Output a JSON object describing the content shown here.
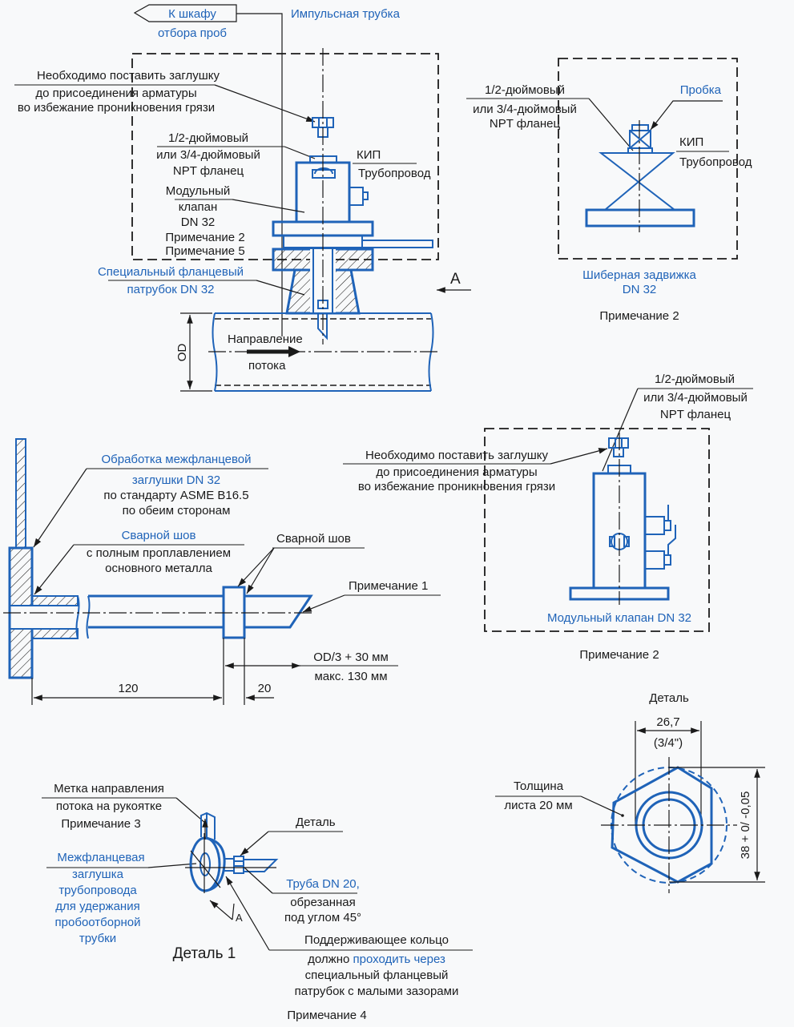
{
  "colors": {
    "accent_blue": "#1f63b8",
    "text": "#1a1a1a",
    "background": "#f8f9fa"
  },
  "top_view": {
    "to_cabinet_l1": "К шкафу",
    "to_cabinet_l2": "отбора проб",
    "impulse_tube": "Импульсная трубка",
    "plug_note": [
      "Необходимо поставить заглушку",
      "до присоединения арматуры",
      "во избежание проникновения грязи"
    ],
    "npt_flange": [
      "1/2-дюймовый",
      "или 3/4-дюймовый",
      "NPT фланец"
    ],
    "instrument": "КИП",
    "pipeline": "Трубопровод",
    "modular_valve": [
      "Модульный",
      "клапан",
      "DN 32"
    ],
    "note2": "Примечание 2",
    "note5": "Примечание 5",
    "special_flange": [
      "Специальный фланцевый",
      "патрубок DN 32"
    ],
    "view_a": "A",
    "od": "OD",
    "flow_direction": [
      "Направление",
      "потока"
    ]
  },
  "gate_valve": {
    "npt_flange": [
      "1/2-дюймовый",
      "или 3/4-дюймовый",
      "NPT фланец"
    ],
    "plug": "Пробка",
    "instrument": "КИП",
    "pipeline": "Трубопровод",
    "title": [
      "Шиберная задвижка",
      "DN 32"
    ],
    "note": "Примечание 2"
  },
  "modular_valve_view": {
    "npt_flange": [
      "1/2-дюймовый",
      "или 3/4-дюймовый",
      "NPT фланец"
    ],
    "plug_note": [
      "Необходимо поставить заглушку",
      "до присоединения арматуры",
      "во избежание проникновения грязи"
    ],
    "title": "Модульный клапан DN 32",
    "note": "Примечание 2"
  },
  "probe_section": {
    "machining": [
      "Обработка межфланцевой",
      "заглушки DN 32"
    ],
    "machining_std": [
      "по стандарту ASME B16.5",
      "по обеим сторонам"
    ],
    "weld_full": "Сварной шов",
    "weld_full_desc": [
      "с полным проплавлением",
      "основного металла"
    ],
    "weld": "Сварной шов",
    "note1": "Примечание 1",
    "dim_len": [
      "OD/3 + 30 мм",
      "макс. 130 мм"
    ],
    "dim_120": "120",
    "dim_20": "20"
  },
  "detail1": {
    "flow_mark": [
      "Метка направления",
      "потока на рукоятке"
    ],
    "note3": "Примечание 3",
    "wafer_plug": [
      "Межфланцевая",
      "заглушка",
      "трубопровода",
      "для удержания",
      "пробоотборной",
      "трубки"
    ],
    "detail": "Деталь",
    "pipe": "Труба DN 20,",
    "pipe_desc": [
      "обрезанная",
      "под углом 45°"
    ],
    "ring": "Поддерживающее кольцо",
    "ring_desc_a": "должно ",
    "ring_desc_b": "проходить через",
    "ring_desc_c": [
      "специальный фланцевый",
      "патрубок с малыми зазорами"
    ],
    "note4": "Примечание 4",
    "view_a": "A",
    "title": "Деталь 1"
  },
  "detail_view": {
    "title": "Деталь",
    "dim_w": "26,7",
    "dim_w_in": "(3/4\")",
    "thickness": [
      "Толщина",
      "листа 20 мм"
    ],
    "dim_h": "38 + 0/ -0,05"
  }
}
